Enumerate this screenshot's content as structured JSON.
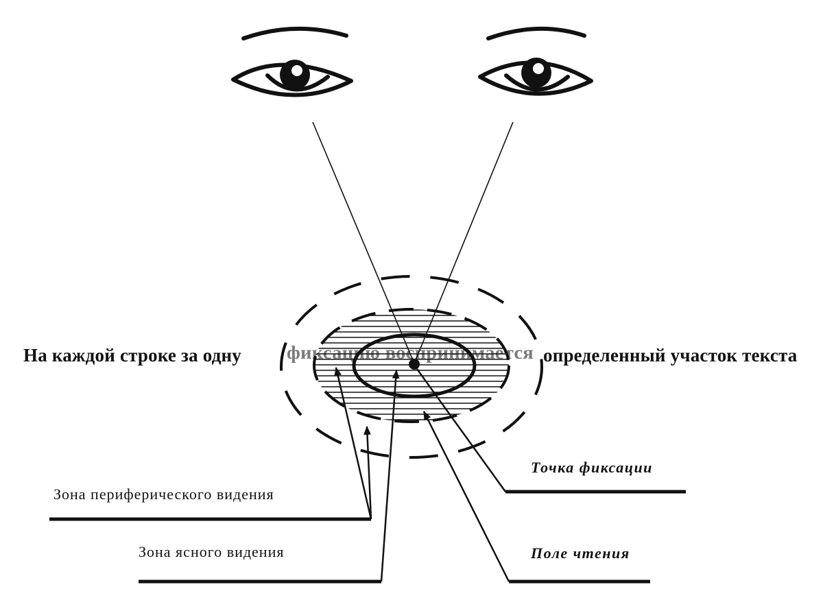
{
  "sentence": {
    "before": "На каждой строке за одну",
    "overlapped": "фиксацию воспринимается",
    "after": "определенный участок текста"
  },
  "labels": {
    "peripheral_zone": "Зона периферического видения",
    "clear_zone": "Зона ясного видения",
    "fixation_point": "Точка фиксации",
    "reading_field": "Поле чтения"
  },
  "colors": {
    "ink": "#111111",
    "paper": "#ffffff"
  }
}
